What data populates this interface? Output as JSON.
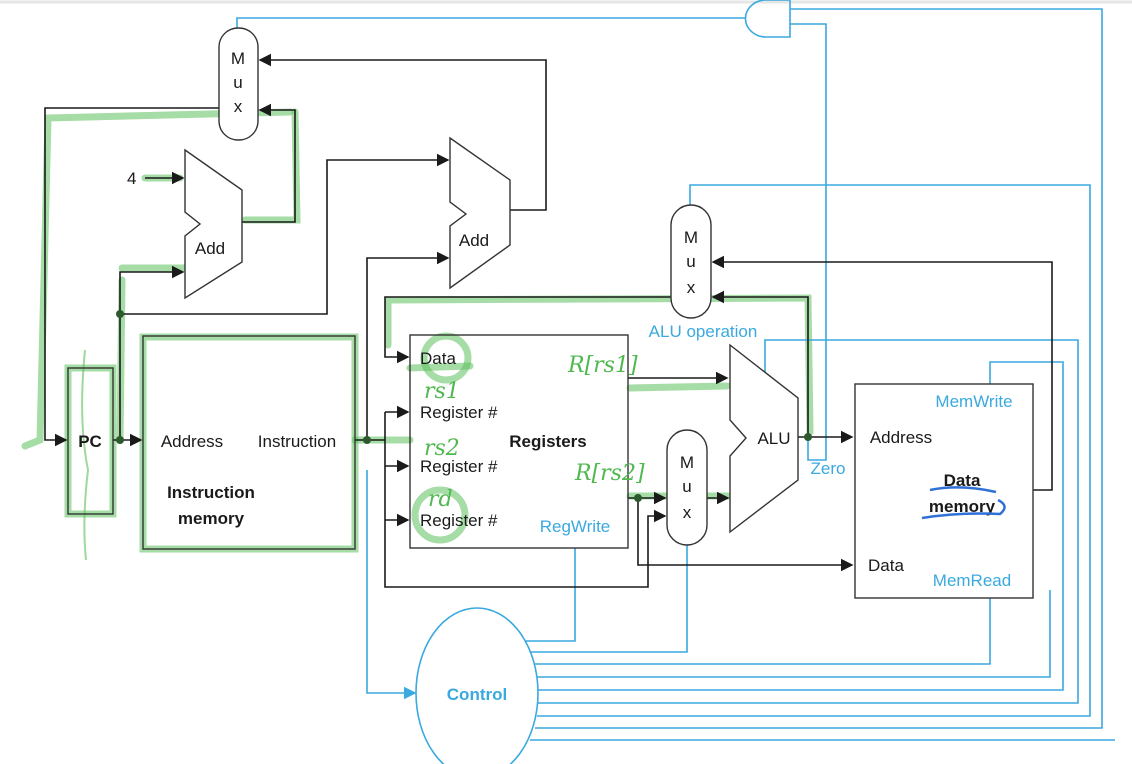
{
  "labels": {
    "mux": [
      "M",
      "u",
      "x"
    ],
    "four": "4",
    "add": "Add",
    "pc": "PC",
    "address": "Address",
    "instruction": "Instruction",
    "instruction_memory": [
      "Instruction",
      "memory"
    ],
    "data": "Data",
    "register_num": "Register #",
    "registers": "Registers",
    "reg_write": "RegWrite",
    "alu_operation": "ALU operation",
    "alu": "ALU",
    "zero": "Zero",
    "mem_write": "MemWrite",
    "data_memory": [
      "Data",
      "memory"
    ],
    "mem_read": "MemRead",
    "control": "Control"
  },
  "annotations": {
    "rs1": "rs1",
    "rs2": "rs2",
    "rd": "rd",
    "r_rs1": "R[rs1]",
    "r_rs2": "R[rs2]"
  },
  "colors": {
    "datapath": "#1a1a1a",
    "control": "#3aa9df",
    "highlight": "#5cc05c",
    "pen_blue": "#2f6fd6"
  }
}
